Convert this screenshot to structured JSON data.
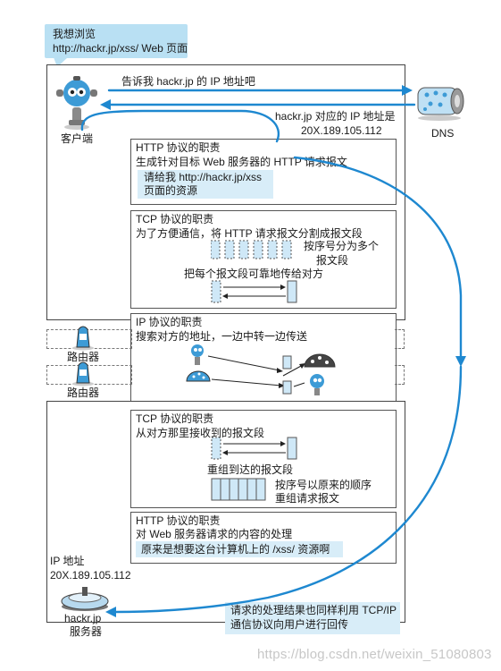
{
  "bubble": {
    "line1": "我想浏览",
    "line2": "http://hackr.jp/xss/ Web 页面"
  },
  "client": {
    "label": "客户端"
  },
  "dns": {
    "label": "DNS",
    "ask": "告诉我 hackr.jp 的 IP 地址吧",
    "answer_line1": "hackr.jp 对应的 IP 地址是",
    "answer_line2": "20X.189.105.112"
  },
  "http_send": {
    "title": "HTTP 协议的职责",
    "desc": "生成针对目标 Web 服务器的 HTTP 请求报文",
    "note_line1": "请给我 http://hackr.jp/xss",
    "note_line2": "页面的资源"
  },
  "tcp_send": {
    "title": "TCP 协议的职责",
    "desc": "为了方便通信，将 HTTP 请求报文分割成报文段",
    "seq_line1": "按序号分为多个",
    "seq_line2": "报文段",
    "reliable": "把每个报文段可靠地传给对方"
  },
  "ip": {
    "title": "IP 协议的职责",
    "desc": "搜索对方的地址，一边中转一边传送"
  },
  "routers": [
    {
      "label": "路由器"
    },
    {
      "label": "路由器"
    }
  ],
  "tcp_recv": {
    "title": "TCP 协议的职责",
    "desc": "从对方那里接收到的报文段",
    "reassemble": "重组到达的报文段",
    "order_line1": "按序号以原来的顺序",
    "order_line2": "重组请求报文"
  },
  "http_recv": {
    "title": "HTTP 协议的职责",
    "desc": "对 Web 服务器请求的内容的处理",
    "note": "原来是想要这台计算机上的 /xss/ 资源啊"
  },
  "server": {
    "ip_label": "IP 地址",
    "ip_value": "20X.189.105.112",
    "name_line1": "hackr.jp",
    "name_line2": "服务器"
  },
  "reply_note": {
    "line1": "请求的处理结果也同样利用 TCP/IP",
    "line2": "通信协议向用户进行回传"
  },
  "watermark": "https://blog.csdn.net/weixin_51080803",
  "colors": {
    "arrow": "#1e88d0",
    "note_bg": "#d8edf8",
    "bubble_bg": "#b9e0f3",
    "segment": "#cfe8f7",
    "robot_body": "#3d9bd6"
  },
  "icons": [
    "robot-client-icon",
    "dns-server-icon",
    "router-icon",
    "packet-robot-icon",
    "web-server-icon"
  ]
}
